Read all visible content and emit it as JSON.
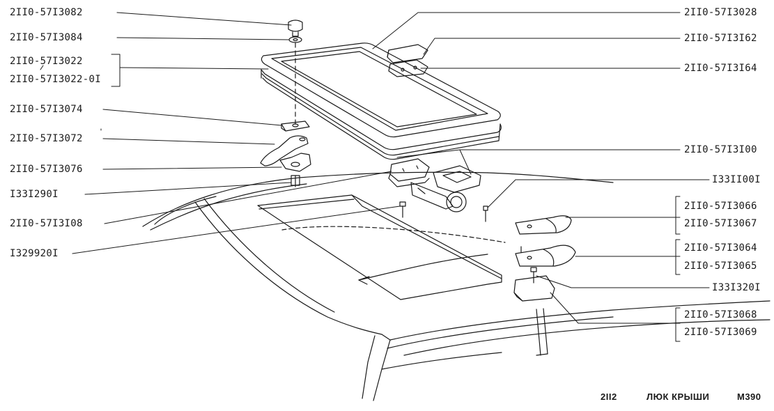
{
  "labels_left": [
    {
      "id": "l1",
      "text": "2II0-57I3082"
    },
    {
      "id": "l2",
      "text": "2II0-57I3084"
    },
    {
      "id": "l3a",
      "text": "2II0-57I3022"
    },
    {
      "id": "l3b",
      "text": "2II0-57I3022-0I"
    },
    {
      "id": "l4",
      "text": "2II0-57I3074"
    },
    {
      "id": "l5",
      "text": "2II0-57I3072"
    },
    {
      "id": "l6",
      "text": "2II0-57I3076"
    },
    {
      "id": "l7",
      "text": "I33I290I"
    },
    {
      "id": "l8",
      "text": "2II0-57I3I08"
    },
    {
      "id": "l9",
      "text": "I329920I"
    }
  ],
  "labels_right": [
    {
      "id": "r1",
      "text": "2II0-57I3028"
    },
    {
      "id": "r2",
      "text": "2II0-57I3I62"
    },
    {
      "id": "r3",
      "text": "2II0-57I3I64"
    },
    {
      "id": "r4",
      "text": "2II0-57I3I00"
    },
    {
      "id": "r5",
      "text": "I33II00I"
    },
    {
      "id": "r6a",
      "text": "2II0-57I3066"
    },
    {
      "id": "r6b",
      "text": "2II0-57I3067"
    },
    {
      "id": "r7a",
      "text": "2II0-57I3064"
    },
    {
      "id": "r7b",
      "text": "2II0-57I3065"
    },
    {
      "id": "r8",
      "text": "I33I320I"
    },
    {
      "id": "r9a",
      "text": "2II0-57I3068"
    },
    {
      "id": "r9b",
      "text": "2II0-57I3069"
    }
  ],
  "footer": {
    "model": "2II2",
    "title": "ЛЮК КРЫШИ",
    "page": "M390"
  }
}
